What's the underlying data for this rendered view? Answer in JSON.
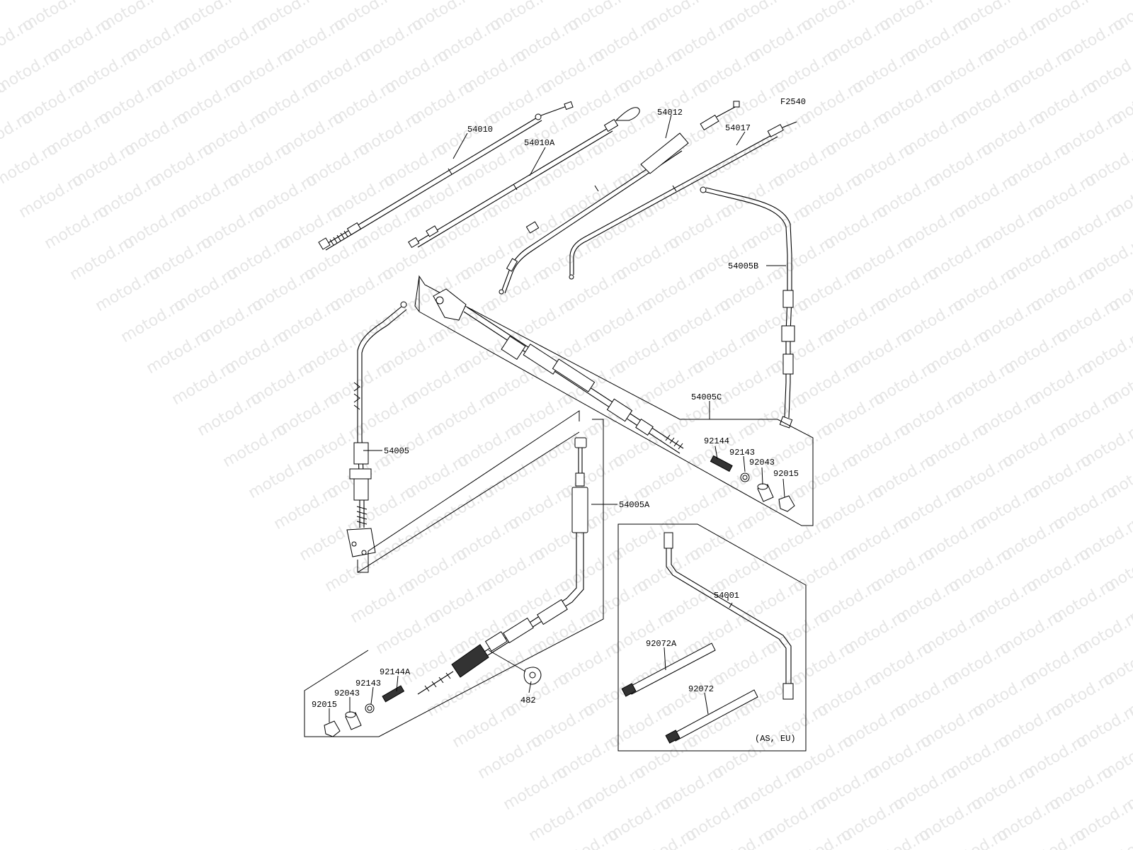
{
  "diagram": {
    "figure_code": "F2540",
    "region_note": "(AS, EU)",
    "watermark_text": "motod.ru",
    "parts": [
      {
        "id": "p54010",
        "label": "54010"
      },
      {
        "id": "p54010A",
        "label": "54010A"
      },
      {
        "id": "p54012",
        "label": "54012"
      },
      {
        "id": "p54017",
        "label": "54017"
      },
      {
        "id": "p54005B",
        "label": "54005B"
      },
      {
        "id": "p54005C",
        "label": "54005C"
      },
      {
        "id": "p54005",
        "label": "54005"
      },
      {
        "id": "p54005A",
        "label": "54005A"
      },
      {
        "id": "p92144",
        "label": "92144"
      },
      {
        "id": "p92143a",
        "label": "92143"
      },
      {
        "id": "p92043a",
        "label": "92043"
      },
      {
        "id": "p92015a",
        "label": "92015"
      },
      {
        "id": "p54001",
        "label": "54001"
      },
      {
        "id": "p92072A",
        "label": "92072A"
      },
      {
        "id": "p92072",
        "label": "92072"
      },
      {
        "id": "p92144A",
        "label": "92144A"
      },
      {
        "id": "p92143b",
        "label": "92143"
      },
      {
        "id": "p92043b",
        "label": "92043"
      },
      {
        "id": "p92015b",
        "label": "92015"
      },
      {
        "id": "p482",
        "label": "482"
      }
    ]
  }
}
